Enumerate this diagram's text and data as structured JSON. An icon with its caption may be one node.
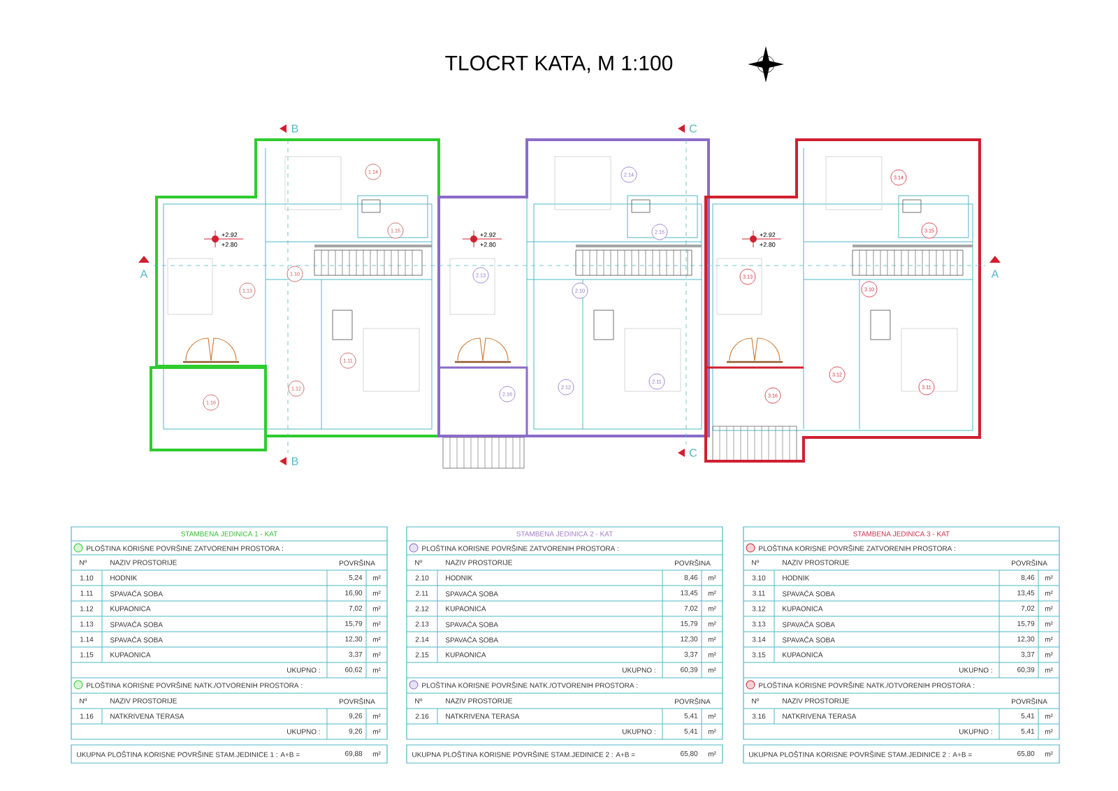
{
  "diagram": {
    "title": "TLOCRT KATA, M 1:100",
    "labels": [
      "B",
      "C",
      "A",
      "A",
      "+2.92",
      "+2.80",
      "+2.92",
      "+2.80",
      "+2.92",
      "+2.80",
      "1.14",
      "1.15",
      "1.10",
      "1.13",
      "1.11",
      "1.12",
      "1.16",
      "2.14",
      "2.15",
      "2.13",
      "2.10",
      "2.11",
      "2.12",
      "2.16",
      "3.14",
      "3.15",
      "3.13",
      "3.10",
      "3.12",
      "3.11",
      "3.16",
      "B",
      "C",
      "STAMBENA JEDINICA 1 - KAT",
      "PLOŠTINA KORISNE POVRŠINE ZATVORENIH PROSTORA :",
      "Nº",
      "NAZIV PROSTORIJE",
      "POVRŠINA",
      "1.10",
      "HODNIK",
      "5,24",
      "m²",
      "1.11",
      "SPAVAĆA SOBA",
      "16,90",
      "m²",
      "1.12",
      "KUPAONICA",
      "7,02",
      "m²",
      "1.13",
      "SPAVAĆA SOBA",
      "15,79",
      "m²",
      "1.14",
      "SPAVAĆA SOBA",
      "12,30",
      "m²",
      "1.15",
      "KUPAONICA",
      "3,37",
      "m²",
      "UKUPNO :",
      "60,62",
      "m²",
      "PLOŠTINA KORISNE POVRŠINE NATK./OTVORENIH PROSTORA :",
      "Nº",
      "NAZIV PROSTORIJE",
      "POVRŠINA",
      "1.16",
      "NATKRIVENA TERASA",
      "9,26",
      "m²",
      "UKUPNO :",
      "9,26",
      "m²",
      "UKUPNA PLOŠTINA KORISNE POVRŠINE STAM.JEDINICE 1 : A+B =",
      "69,88",
      "m²",
      "STAMBENA JEDINICA 2 - KAT",
      "PLOŠTINA KORISNE POVRŠINE ZATVORENIH PROSTORA :",
      "Nº",
      "NAZIV PROSTORIJE",
      "POVRŠINA",
      "2.10",
      "HODNIK",
      "8,46",
      "m²",
      "2.11",
      "SPAVAĆA SOBA",
      "13,45",
      "m²",
      "2.12",
      "KUPAONICA",
      "7,02",
      "m²",
      "2.13",
      "SPAVAĆA SOBA",
      "15,79",
      "m²",
      "2.14",
      "SPAVAĆA SOBA",
      "12,30",
      "m²",
      "2.15",
      "KUPAONICA",
      "3,37",
      "m²",
      "UKUPNO :",
      "60,39",
      "m²",
      "PLOŠTINA KORISNE POVRŠINE NATK./OTVORENIH PROSTORA :",
      "Nº",
      "NAZIV PROSTORIJE",
      "POVRŠINA",
      "2.16",
      "NATKRIVENA TERASA",
      "5,41",
      "m²",
      "UKUPNO :",
      "5,41",
      "m²",
      "UKUPNA PLOŠTINA KORISNE POVRŠINE STAM.JEDINICE 2 : A+B =",
      "65,80",
      "m²",
      "STAMBENA JEDINICA 3 - KAT",
      "PLOŠTINA KORISNE POVRŠINE ZATVORENIH PROSTORA :",
      "Nº",
      "NAZIV PROSTORIJE",
      "POVRŠINA",
      "3.10",
      "HODNIK",
      "8,46",
      "m²",
      "3.11",
      "SPAVAĆA SOBA",
      "13,45",
      "m²",
      "3.12",
      "KUPAONICA",
      "7,02",
      "m²",
      "3.13",
      "SPAVAĆA SOBA",
      "15,79",
      "m²",
      "3.14",
      "SPAVAĆA SOBA",
      "12,30",
      "m²",
      "3.15",
      "KUPAONICA",
      "3,37",
      "m²",
      "UKUPNO :",
      "60,39",
      "m²",
      "PLOŠTINA KORISNE POVRŠINE NATK./OTVORENIH PROSTORA :",
      "Nº",
      "NAZIV PROSTORIJE",
      "POVRŠINA",
      "3.16",
      "NATKRIVENA TERASA",
      "5,41",
      "m²",
      "UKUPNO :",
      "5,41",
      "m²",
      "UKUPNA PLOŠTINA KORISNE POVRŠINE STAM.JEDINICE 2 : A+B =",
      "65,80",
      "m²"
    ]
  }
}
